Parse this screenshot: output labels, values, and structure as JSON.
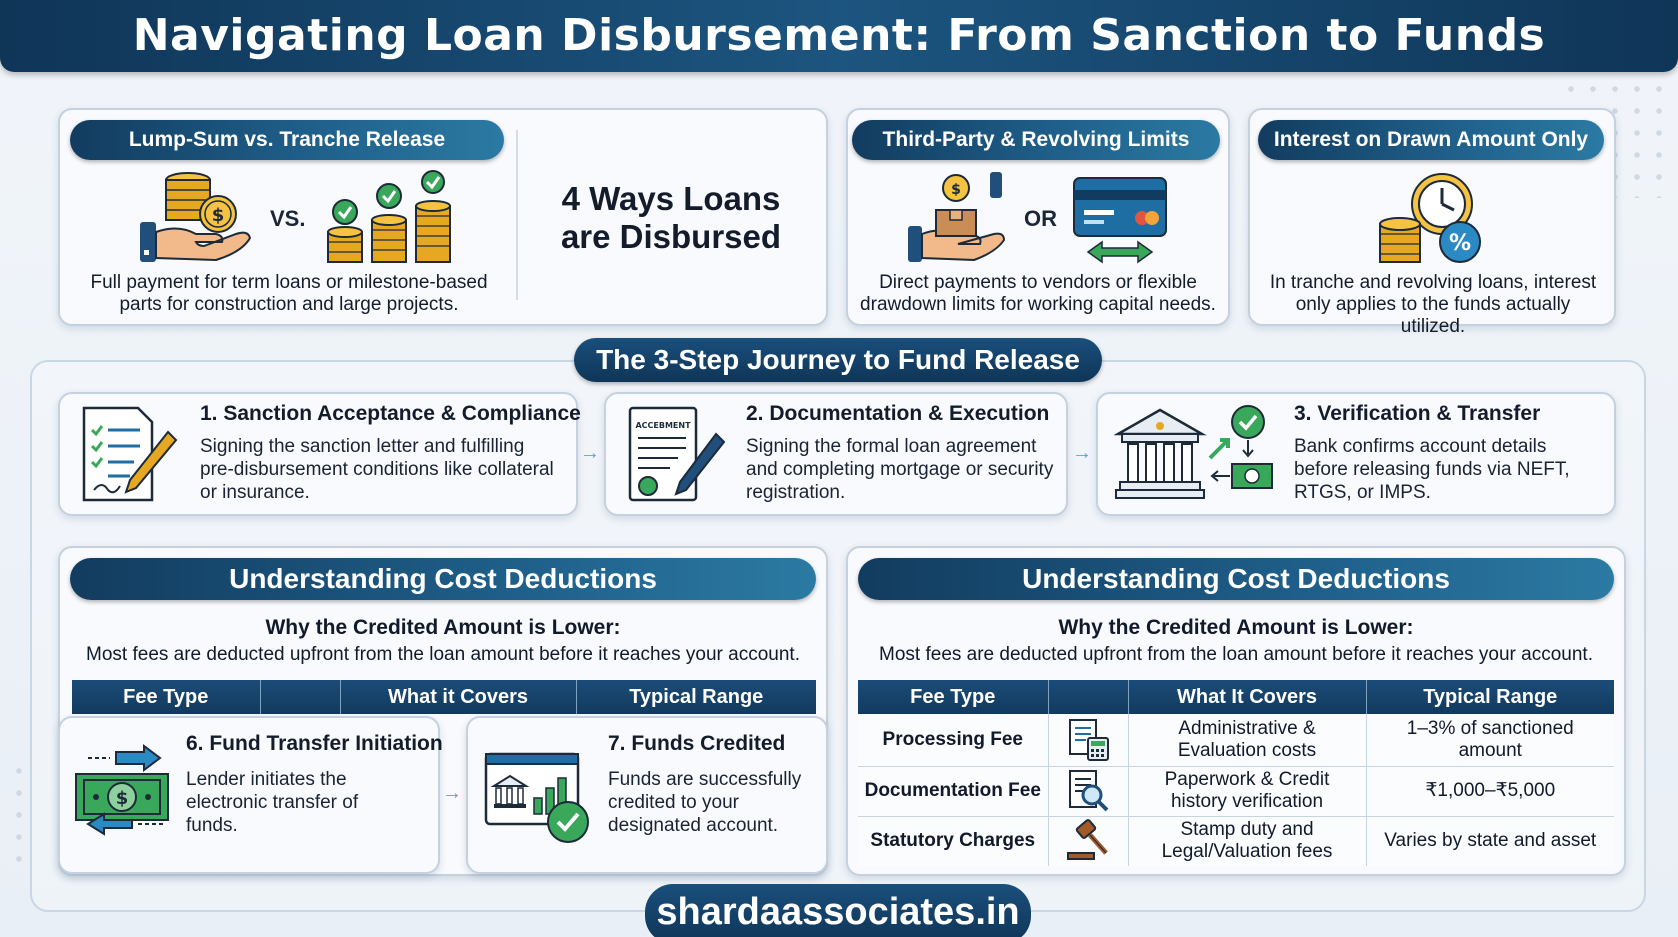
{
  "title": "Navigating Loan Disbursement: From Sanction to Funds",
  "top": {
    "lump": {
      "label": "Lump-Sum vs. Tranche Release",
      "vs": "VS.",
      "desc": "Full payment for term loans or milestone-based parts for construction and large projects."
    },
    "ways": "4 Ways Loans are Disbursed",
    "third": {
      "label": "Third-Party & Revolving Limits",
      "or": "OR",
      "desc": "Direct payments to vendors or flexible drawdown limits for working capital needs."
    },
    "interest": {
      "label": "Interest on Drawn Amount Only",
      "desc": "In tranche and revolving loans, interest only applies to the funds actually utilized."
    }
  },
  "journey": {
    "label": "The 3-Step Journey to Fund Release",
    "steps": [
      {
        "title": "1. Sanction Acceptance & Compliance",
        "desc": "Signing the sanction letter and fulfilling pre-disbursement conditions like collateral or insurance."
      },
      {
        "title": "2. Documentation & Execution",
        "desc": "Signing the formal loan agreement and completing mortgage or security registration.",
        "doc_word": "ACCEBMENT"
      },
      {
        "title": "3. Verification & Transfer",
        "desc": "Bank confirms account details before releasing funds via NEFT, RTGS, or IMPS."
      }
    ]
  },
  "left_costs": {
    "label": "Understanding Cost Deductions",
    "why": "Why the Credited Amount is Lower:",
    "note": "Most fees are deducted upfront from the loan amount before it reaches your account.",
    "headers": [
      "Fee Type",
      "",
      "What it Covers",
      "Typical Range"
    ],
    "step6": {
      "title": "6. Fund Transfer Initiation",
      "desc": "Lender initiates the electronic transfer of funds."
    },
    "step7": {
      "title": "7. Funds Credited",
      "desc": "Funds are successfully credited to your designated account."
    }
  },
  "right_costs": {
    "label": "Understanding Cost Deductions",
    "why": "Why the Credited Amount is Lower:",
    "note": "Most fees are deducted upfront from the loan amount before it reaches your account.",
    "headers": [
      "Fee Type",
      "",
      "What It Covers",
      "Typical Range"
    ],
    "rows": [
      {
        "fee": "Processing Fee",
        "icon": "calculator-document-icon",
        "covers": "Administrative & Evaluation costs",
        "range": "1–3% of sanctioned amount"
      },
      {
        "fee": "Documentation Fee",
        "icon": "magnifier-document-icon",
        "covers": "Paperwork & Credit history verification",
        "range": "₹1,000–₹5,000"
      },
      {
        "fee": "Statutory Charges",
        "icon": "gavel-icon",
        "covers": "Stamp duty and Legal/Valuation fees",
        "range": "Varies by state and asset"
      }
    ]
  },
  "footer": "shardaassociates.in",
  "colors": {
    "navy": "#123c5f",
    "teal": "#2b7aa3",
    "green": "#3aa85a",
    "gold": "#e3a21a",
    "check": "#2e9e4d"
  }
}
